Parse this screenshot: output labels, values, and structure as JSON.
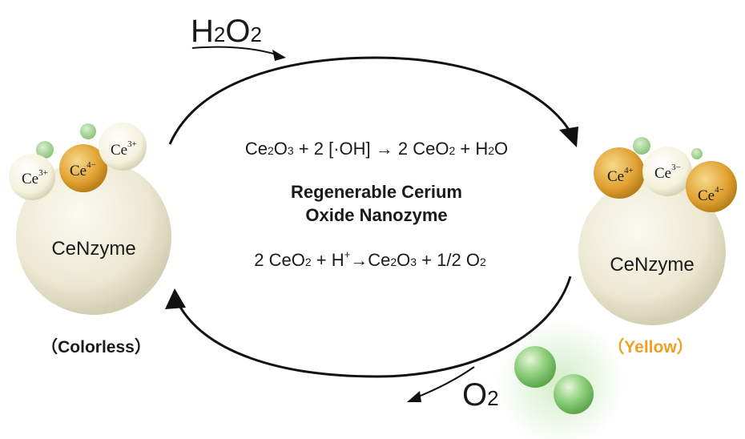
{
  "reactants": {
    "h2o2": {
      "main": "H",
      "sub": "2",
      "mid": "O",
      "sub2": "2"
    },
    "o2": {
      "main": "O",
      "sub": "2"
    }
  },
  "reactions": {
    "top": {
      "part1": "Ce",
      "sub1": "2",
      "part2": "O",
      "sub2": "3",
      "part3": " + 2 [·OH] → 2 CeO",
      "sub3": "2",
      "part4": " + H",
      "sub4": "2",
      "part5": "O"
    },
    "bottom": {
      "part1": "2 CeO",
      "sub1": "2",
      "part2": " + H",
      "sup1": "+",
      "part3": "→Ce",
      "sub2": "2",
      "part4": "O",
      "sub3": "3",
      "part5": " + 1/2 O",
      "sub4": "2"
    }
  },
  "center_title": {
    "line1": "Regenerable Cerium",
    "line2": "Oxide Nanozyme"
  },
  "left_state": {
    "particle_label": "CeNzyme",
    "state_label": "（Colorless）",
    "ions": [
      {
        "base": "Ce",
        "charge": "3+"
      },
      {
        "base": "Ce",
        "charge": "4−"
      },
      {
        "base": "Ce",
        "charge": "3+"
      }
    ]
  },
  "right_state": {
    "particle_label": "CeNzyme",
    "state_label": "（Yellow）",
    "ions": [
      {
        "base": "Ce",
        "charge": "4+"
      },
      {
        "base": "Ce",
        "charge": "3−"
      },
      {
        "base": "Ce",
        "charge": "4−"
      }
    ]
  },
  "colors": {
    "arrow": "#111111",
    "text": "#1a1a1a",
    "yellow_label": "#f0a020",
    "sphere_cream": "#ece8d2",
    "orange_ion": "#e0a030",
    "pale_ion": "#f4f1dc",
    "green_bubble": "#7cbf6a"
  }
}
